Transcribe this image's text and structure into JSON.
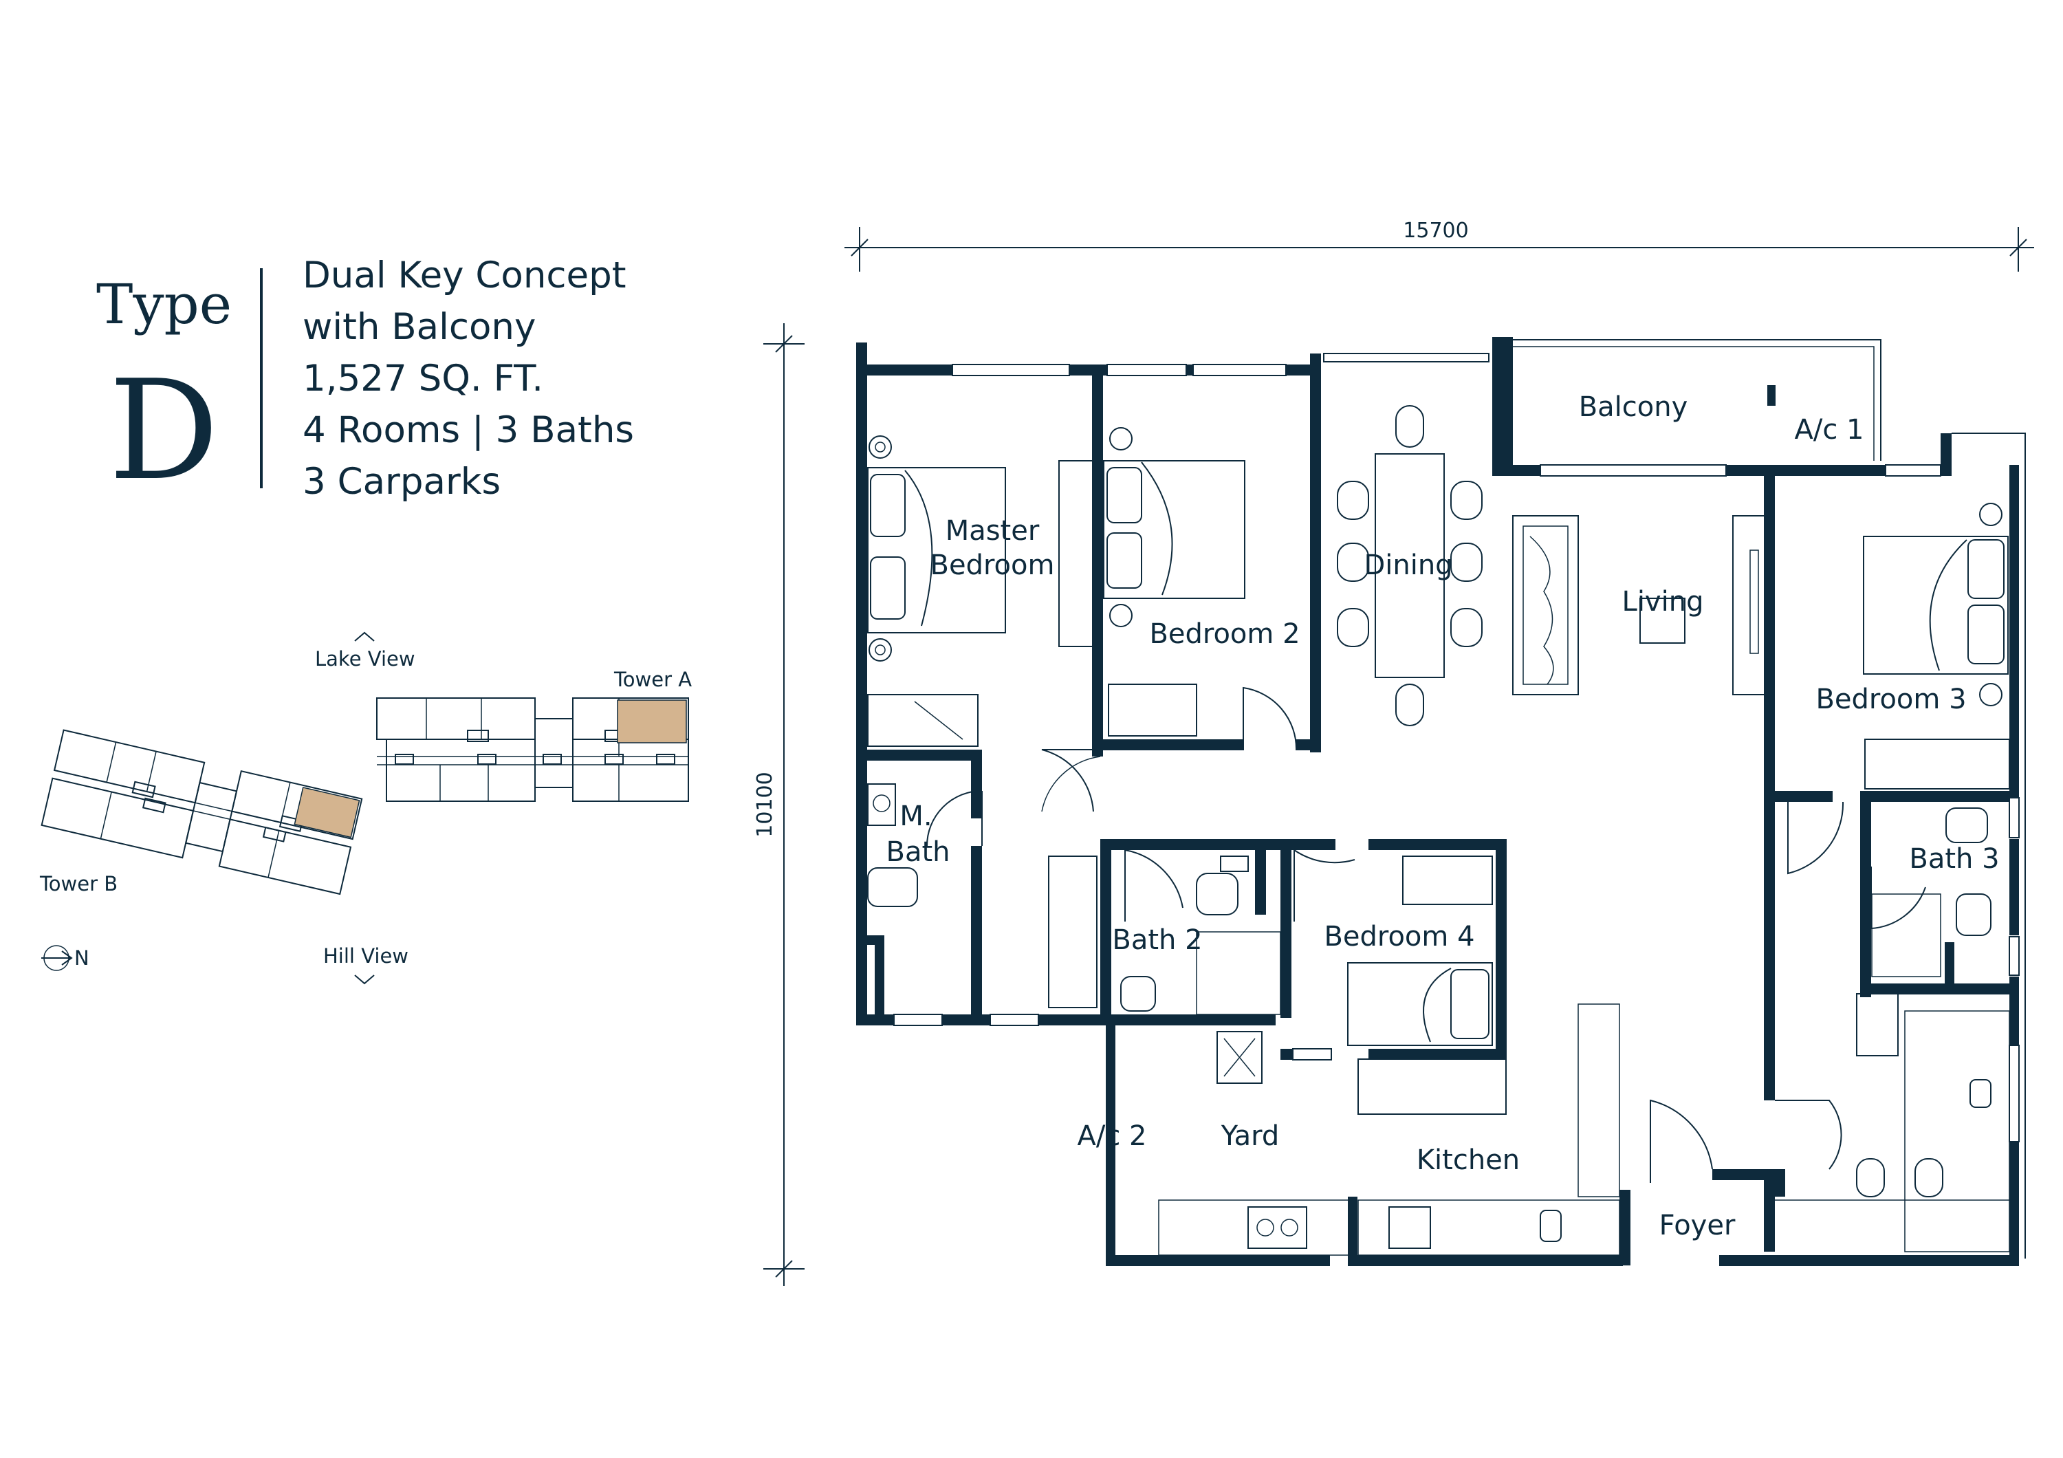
{
  "header": {
    "type_word": "Type",
    "type_letter": "D",
    "spec_lines": [
      "Dual Key Concept",
      "with Balcony",
      "1,527 SQ. FT.",
      "4 Rooms | 3 Baths",
      "3 Carparks"
    ]
  },
  "dimensions": {
    "width": "15700",
    "height": "10100"
  },
  "rooms": {
    "master_bedroom": [
      "Master",
      "Bedroom"
    ],
    "bedroom_2": "Bedroom 2",
    "dining": "Dining",
    "balcony": "Balcony",
    "ac_1": "A/c 1",
    "living": "Living",
    "bedroom_3": "Bedroom 3",
    "master_bath": [
      "M.",
      "Bath"
    ],
    "bath_2": "Bath 2",
    "bedroom_4": "Bedroom 4",
    "bath_3": "Bath 3",
    "ac_2": "A/c 2",
    "yard": "Yard",
    "kitchen": "Kitchen",
    "foyer": "Foyer"
  },
  "key_plan": {
    "lake_view": "Lake View",
    "hill_view": "Hill View",
    "tower_a": "Tower A",
    "tower_b": "Tower B",
    "north": "N",
    "highlight_color": "#d4b48f"
  },
  "colors": {
    "ink": "#0e2a3c",
    "highlight": "#d4b48f",
    "background": "#ffffff"
  }
}
